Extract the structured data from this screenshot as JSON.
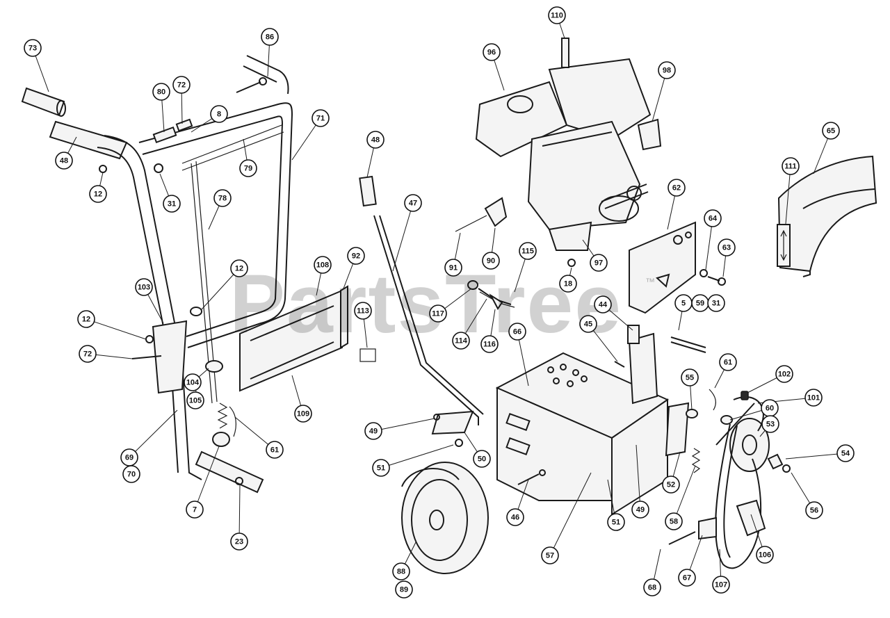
{
  "watermark": {
    "text": "PartsTree",
    "trademark": "™"
  },
  "callouts": [
    "73",
    "48",
    "12",
    "80",
    "72",
    "8",
    "86",
    "71",
    "79",
    "31",
    "78",
    "12",
    "103",
    "12",
    "72",
    "104",
    "105",
    "108",
    "92",
    "109",
    "113",
    "61",
    "69",
    "70",
    "7",
    "23",
    "48",
    "47",
    "49",
    "51",
    "50",
    "88",
    "89",
    "110",
    "96",
    "98",
    "90",
    "91",
    "97",
    "18",
    "62",
    "64",
    "63",
    "115",
    "117",
    "114",
    "116",
    "66",
    "45",
    "44",
    "5",
    "59",
    "31",
    "61",
    "55",
    "102",
    "101",
    "60",
    "53",
    "54",
    "56",
    "52",
    "58",
    "49",
    "51",
    "57",
    "46",
    "106",
    "107",
    "67",
    "68",
    "65",
    "111"
  ]
}
